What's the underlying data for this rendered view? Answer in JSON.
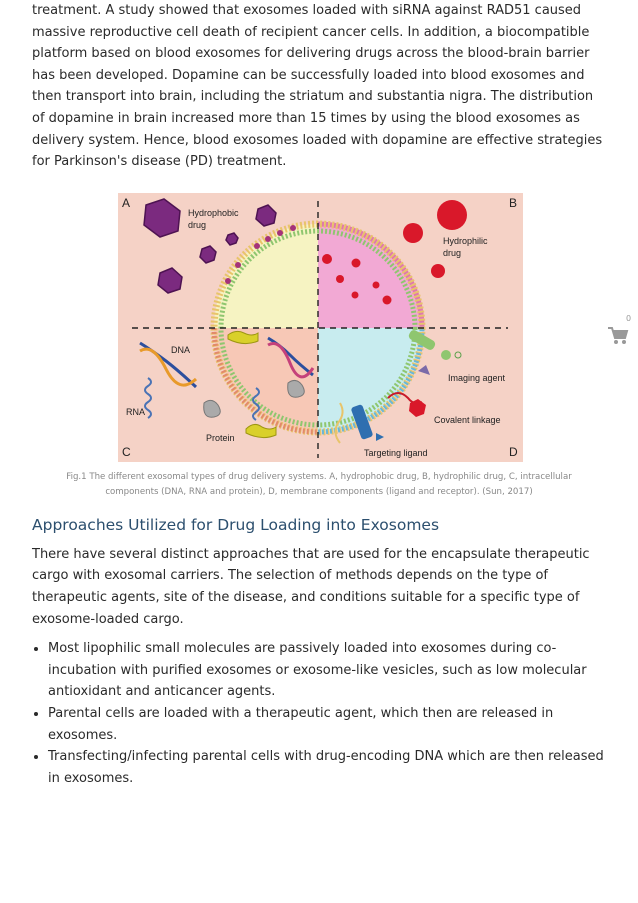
{
  "intro_paragraph": "treatment. A study showed that exosomes loaded with siRNA against RAD51 caused massive reproductive cell death of recipient cancer cells. In addition, a biocompatible platform based on blood exosomes for delivering drugs across the blood-brain barrier has been developed. Dopamine can be successfully loaded into blood exosomes and then transport into brain, including the striatum and substantia nigra. The distribution of dopamine in brain increased more than 15 times by using the blood exosomes as delivery system. Hence, blood exosomes loaded with dopamine are effective strategies for Parkinson's disease (PD) treatment.",
  "figure": {
    "quadrant_letters": [
      "A",
      "B",
      "C",
      "D"
    ],
    "labels": {
      "hydrophobic_drug": [
        "Hydrophobic",
        "drug"
      ],
      "hydrophilic_drug": [
        "Hydrophilic",
        "drug"
      ],
      "dna": "DNA",
      "rna": "RNA",
      "protein": "Protein",
      "imaging_agent": "Imaging agent",
      "covalent_linkage": "Covalent linkage",
      "targeting_ligand": "Targeting ligand"
    },
    "colors": {
      "background": "#f5d2c6",
      "quadrant_a": "#f6f3c2",
      "quadrant_b": "#f2a9d4",
      "quadrant_c": "#f7c8b6",
      "quadrant_d": "#c8ecef",
      "purple_drug": "#7b2a7f",
      "red_drug": "#d9182a"
    },
    "caption": "Fig.1 The different exosomal types of drug delivery systems. A, hydrophobic drug, B, hydrophilic drug, C, intracellular components (DNA, RNA and protein), D, membrane components (ligand and receptor). (Sun, 2017)"
  },
  "section_heading": "Approaches Utilized for Drug Loading into Exosomes",
  "section_paragraph": "There have several distinct approaches that are used for the encapsulate therapeutic cargo with exosomal carriers. The selection of methods depends on the type of therapeutic agents, site of the disease, and conditions suitable for a specific type of exosome-loaded cargo.",
  "bullets": [
    "Most lipophilic small molecules are passively loaded into exosomes during co-incubation with purified exosomes or exosome-like vesicles, such as low molecular antioxidant and anticancer agents.",
    "Parental cells are loaded with a therapeutic agent, which then are released in exosomes.",
    "Transfecting/infecting parental cells with drug-encoding DNA which are then released in exosomes."
  ],
  "cart": {
    "icon": "shopping-cart-icon",
    "count": "0"
  }
}
